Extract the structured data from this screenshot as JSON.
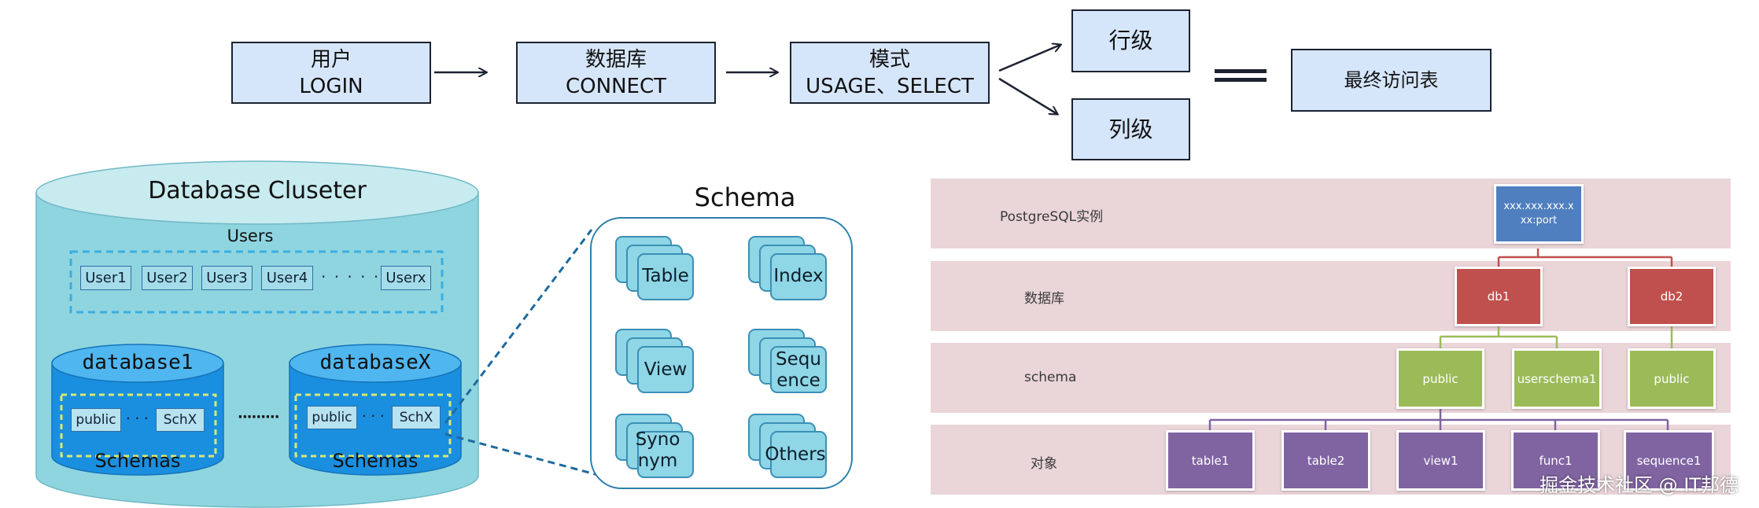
{
  "flow": {
    "user": [
      "用户",
      "LOGIN"
    ],
    "database": [
      "数据库",
      "CONNECT"
    ],
    "schema": [
      "模式",
      "USAGE、SELECT"
    ],
    "row_level": "行级",
    "column_level": "列级",
    "final": "最终访问表"
  },
  "cluster": {
    "title": "Database Cluseter",
    "users_label": "Users",
    "users": [
      "User1",
      "User2",
      "User3",
      "User4",
      "· · · · ·",
      "Userx"
    ],
    "db1": {
      "name": "database1",
      "schemas": [
        "public",
        "· · ·",
        "SchX"
      ],
      "schemas_label": "Schemas"
    },
    "dbx": {
      "name": "databaseX",
      "schemas": [
        "public",
        "· · ·",
        "SchX"
      ],
      "schemas_label": "Schemas"
    },
    "ellipsis": "·········"
  },
  "schema_panel": {
    "title": "Schema",
    "objects": [
      "Table",
      "Index",
      "View",
      "Sequ ence",
      "Syno nym",
      "Others"
    ]
  },
  "hierarchy": {
    "rows": {
      "instance": "PostgreSQL实例",
      "database": "数据库",
      "schema": "schema",
      "object": "对象"
    },
    "instance_node": [
      "xxx.xxx.xxx.x",
      "xx:port"
    ],
    "databases": [
      "db1",
      "db2"
    ],
    "schemas": [
      "public",
      "userschema1",
      "public"
    ],
    "objects": [
      "table1",
      "table2",
      "view1",
      "func1",
      "sequence1"
    ],
    "colors": {
      "instance": "#4f7fbf",
      "database": "#c0504d",
      "schema": "#9bbb59",
      "object": "#8064a2"
    }
  },
  "watermark": "掘金技术社区 @ IT邦德"
}
